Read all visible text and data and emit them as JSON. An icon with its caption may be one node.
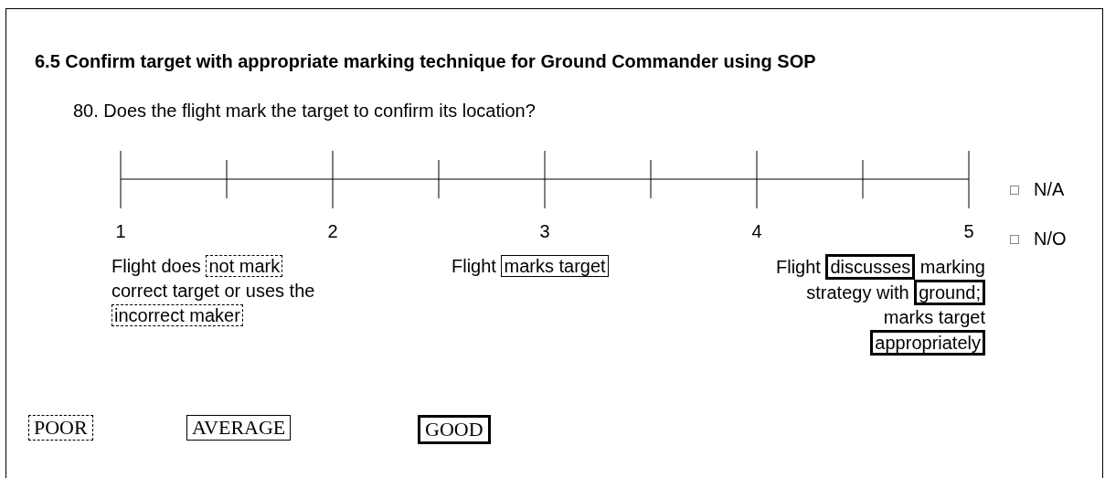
{
  "diagram": {
    "title": "6.5 Confirm target with appropriate marking technique for Ground Commander using SOP",
    "labels": [
      "80. Does the flight mark the target to confirm its location?",
      "N/A",
      "1",
      "2",
      "3",
      "4",
      "5",
      "N/O",
      "Flight does not mark correct target or uses the incorrect maker",
      "Flight marks target",
      "Flight discusses marking strategy with ground; marks target appropriately"
    ],
    "legend": [
      {
        "text": "POOR"
      },
      {
        "text": "AVERAGE"
      },
      {
        "text": "GOOD"
      }
    ]
  }
}
